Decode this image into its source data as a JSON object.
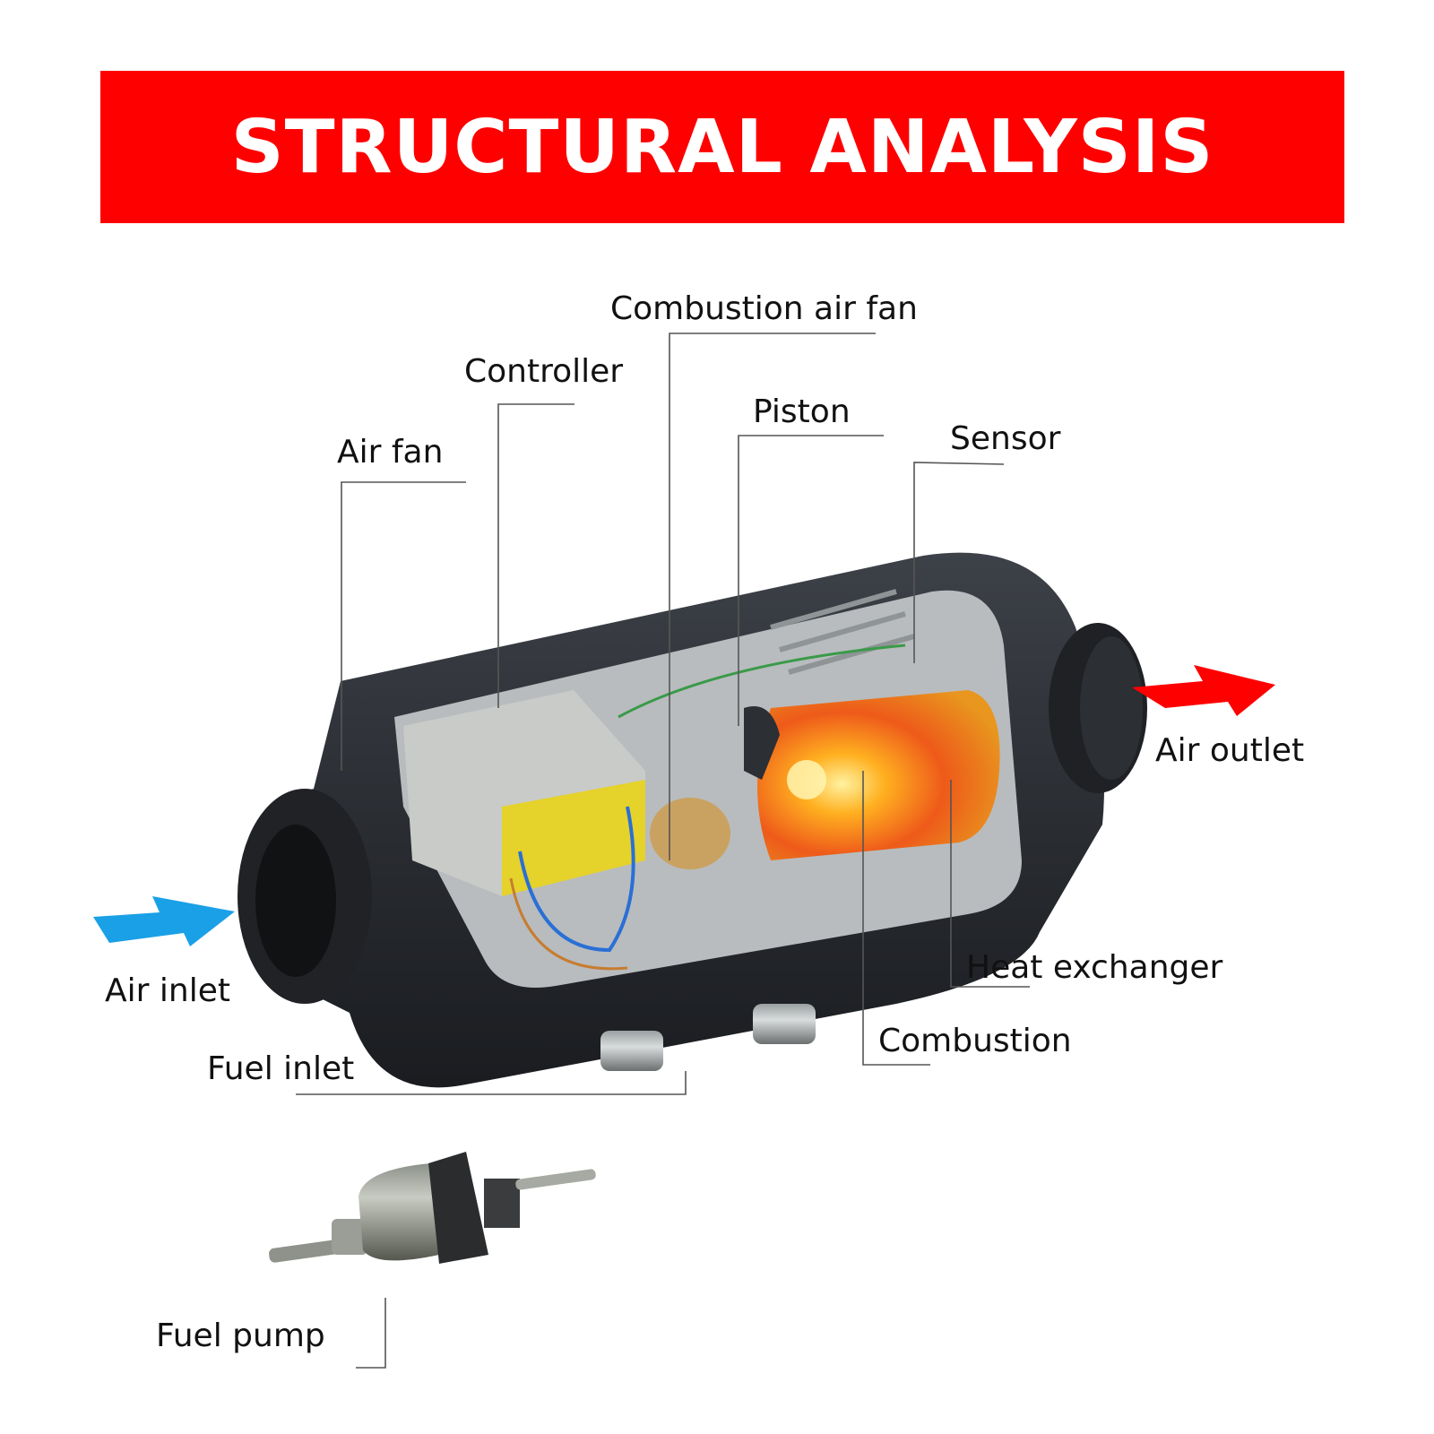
{
  "header": {
    "title": "STRUCTURAL ANALYSIS",
    "background_color": "#fe0000",
    "text_color": "#ffffff"
  },
  "diagram": {
    "subject": "Diesel air heater cutaway",
    "labels": {
      "combustion_air_fan": "Combustion air fan",
      "controller": "Controller",
      "piston": "Piston",
      "sensor": "Sensor",
      "air_fan": "Air fan",
      "air_outlet": "Air outlet",
      "air_inlet": "Air inlet",
      "heat_exchanger": "Heat exchanger",
      "combustion": "Combustion",
      "fuel_inlet": "Fuel inlet",
      "fuel_pump": "Fuel pump"
    },
    "arrows": {
      "inlet_color": "#1aa0e6",
      "outlet_color": "#ff0000"
    }
  }
}
